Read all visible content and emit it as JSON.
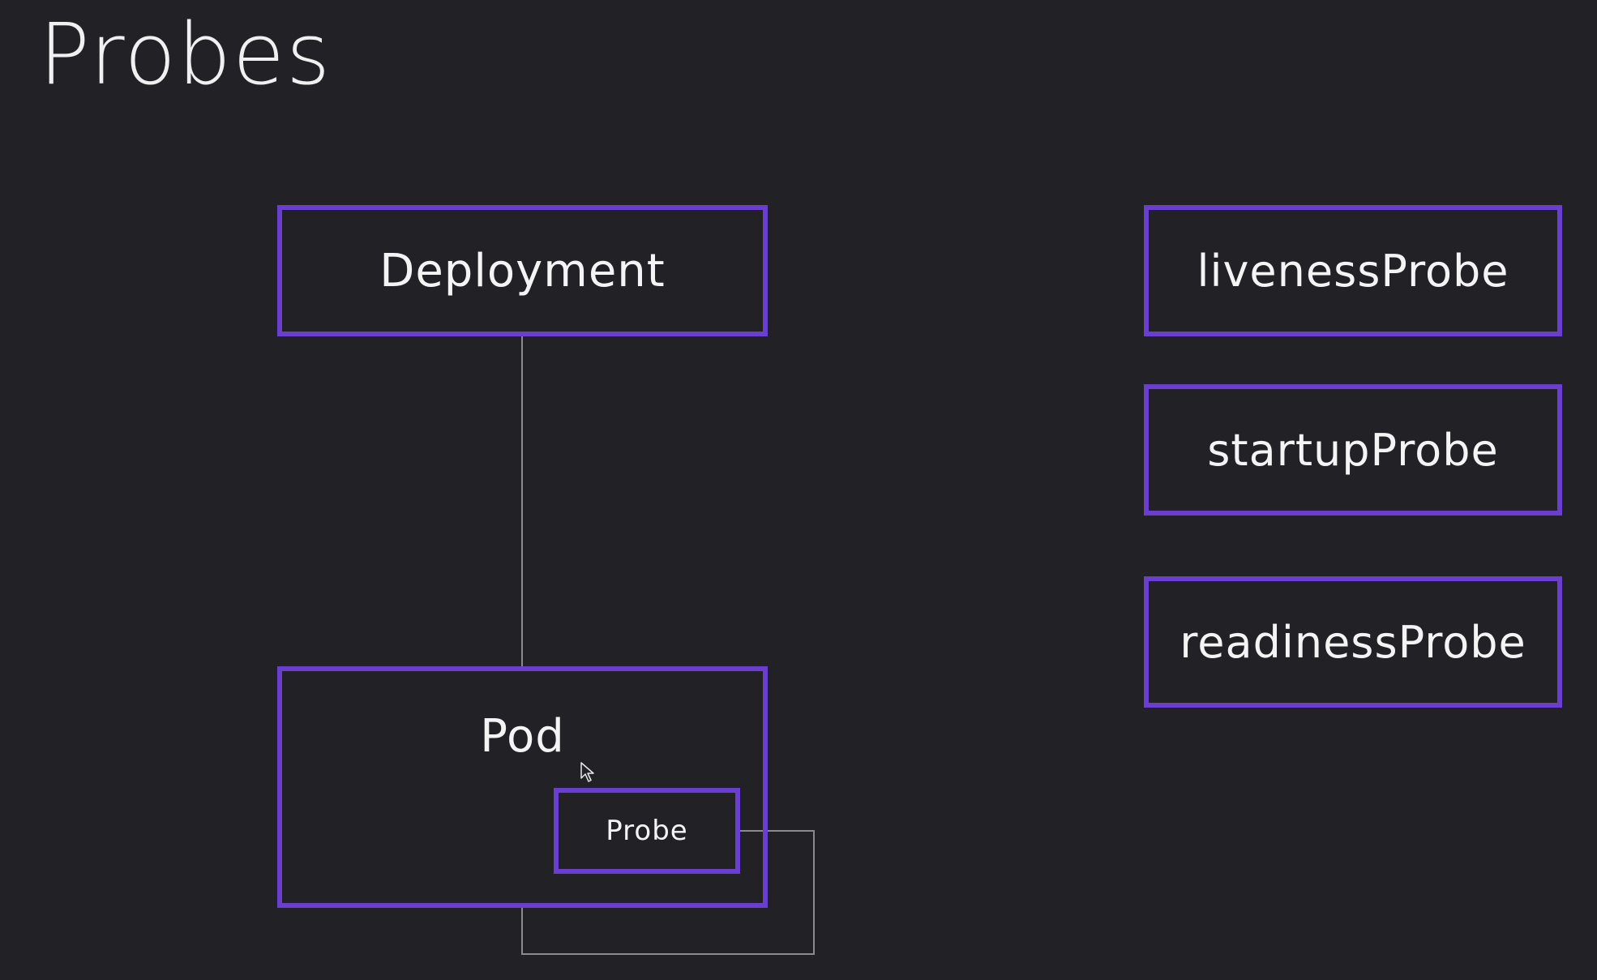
{
  "title": "Probes",
  "diagram": {
    "deployment": "Deployment",
    "pod": "Pod",
    "probe": "Probe"
  },
  "probe_types": {
    "liveness": "livenessProbe",
    "startup": "startupProbe",
    "readiness": "readinessProbe"
  },
  "colors": {
    "background": "#222126",
    "box_border": "#6a3fd0",
    "connector": "#8a8a8a",
    "text": "#f4f4f4"
  },
  "icons": {
    "cursor": "mouse-pointer-icon"
  }
}
